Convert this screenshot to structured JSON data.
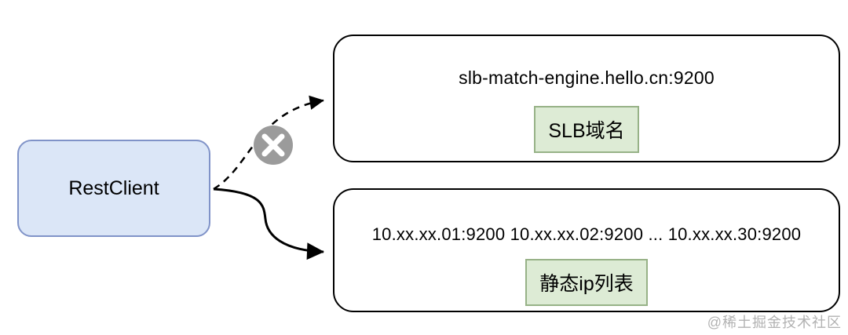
{
  "nodes": {
    "client": {
      "label": "RestClient"
    },
    "slb": {
      "address": "slb-match-engine.hello.cn:9200",
      "tag": "SLB域名"
    },
    "static_ip": {
      "address": "10.xx.xx.01:9200 10.xx.xx.02:9200 ... 10.xx.xx.30:9200",
      "tag": "静态ip列表"
    }
  },
  "connectors": {
    "to_slb": {
      "style": "dashed",
      "status_icon": "x-circle-icon",
      "blocked": "true"
    },
    "to_static_ip": {
      "style": "solid"
    }
  },
  "watermark": "@稀土掘金技术社区",
  "colors": {
    "client_fill": "#dbe6f7",
    "client_border": "#8093c8",
    "node_border": "#000000",
    "tag_fill": "#ddebd5",
    "tag_border": "#97b287",
    "blocked_icon": "#9b9b9b",
    "watermark": "#b2b2b2"
  }
}
